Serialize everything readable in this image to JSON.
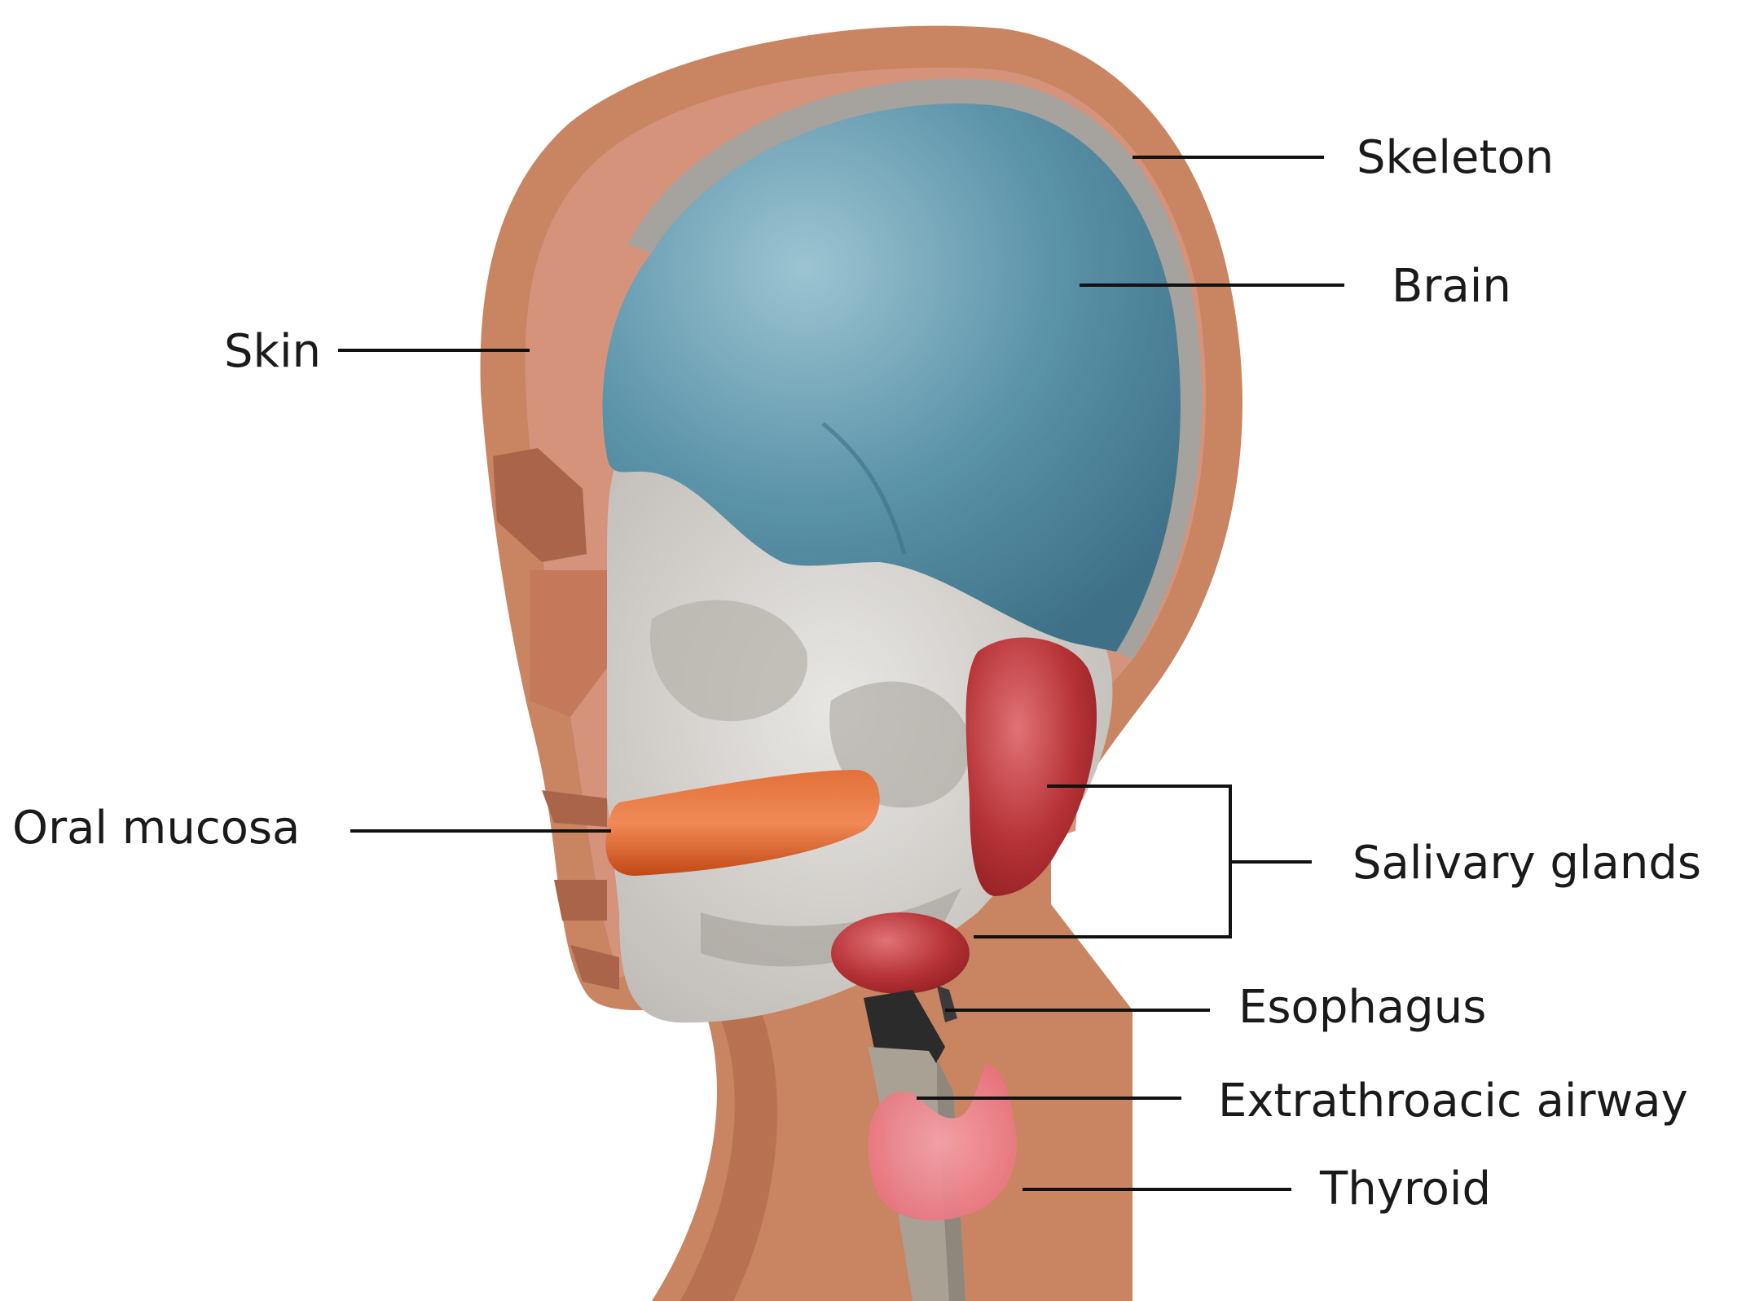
{
  "labels": {
    "skeleton": "Skeleton",
    "brain": "Brain",
    "skin": "Skin",
    "oral_mucosa": "Oral mucosa",
    "salivary_glands": "Salivary glands",
    "esophagus": "Esophagus",
    "extrathoracic_airway": "Extrathroacic airway",
    "thyroid": "Thyroid"
  },
  "colors": {
    "skin": "#c98462",
    "skin_dark": "#a9644a",
    "bone": "#d9d6d2",
    "brain": "#4f8aa0",
    "oral_mucosa": "#d4561e",
    "salivary_glands": "#b63236",
    "esophagus": "#2b2b2b",
    "airway": "#a8a194",
    "thyroid": "#ee7a84"
  }
}
